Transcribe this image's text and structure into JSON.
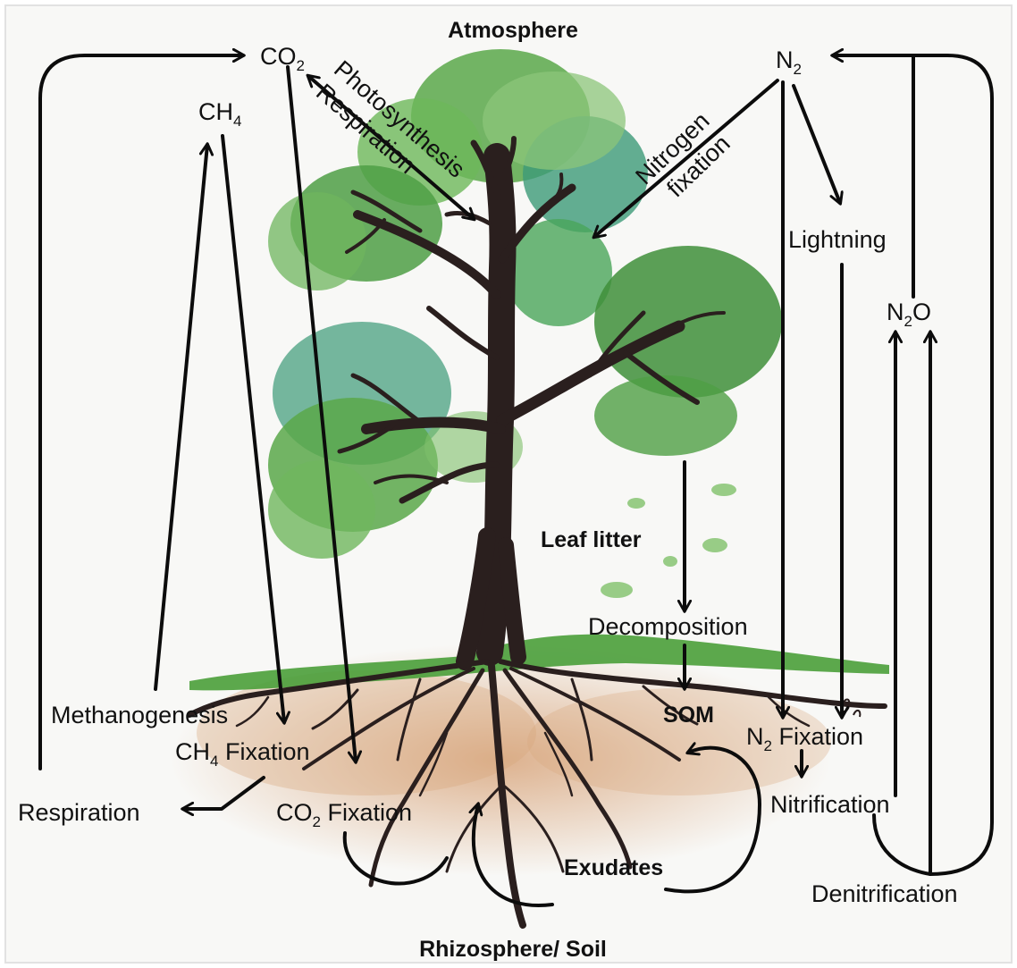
{
  "diagram": {
    "header": "Atmosphere",
    "footer": "Rhizosphere/ Soil",
    "gases": {
      "co2_main": "CO",
      "co2_sub": "2",
      "ch4_main": "CH",
      "ch4_sub": "4",
      "n2_main": "N",
      "n2_sub": "2",
      "n2o_main": "N",
      "n2o_sub": "2",
      "n2o_tail": "O"
    },
    "canopy_labels": {
      "photosynthesis": "Photosynthesis",
      "respiration": "Respiration",
      "nitrogen": "Nitrogen",
      "fixation": "fixation",
      "lightning": "Lightning"
    },
    "processes": {
      "leaf_litter": "Leaf litter",
      "decomposition": "Decomposition",
      "som": "SOM",
      "methanogenesis": "Methanogenesis",
      "ch4_fix_main": "CH",
      "ch4_fix_sub": "4",
      "ch4_fix_tail": " Fixation",
      "respiration_soil": "Respiration",
      "co2_fix_main": "CO",
      "co2_fix_sub": "2",
      "co2_fix_tail": " Fixation",
      "exudates": "Exudates",
      "n2_fix_main": "N",
      "n2_fix_sub": "2",
      "n2_fix_tail": " Fixation",
      "nitrification": "Nitrification",
      "denitrification": "Denitrification"
    },
    "colors": {
      "foliage_dark": "#3f8f3a",
      "foliage_light": "#7fc06a",
      "foliage_teal": "#3c9a78",
      "trunk": "#2a1f1e",
      "grass": "#4a9e3a",
      "soil": "#d8a57c",
      "arrow": "#0c0c0c"
    }
  }
}
